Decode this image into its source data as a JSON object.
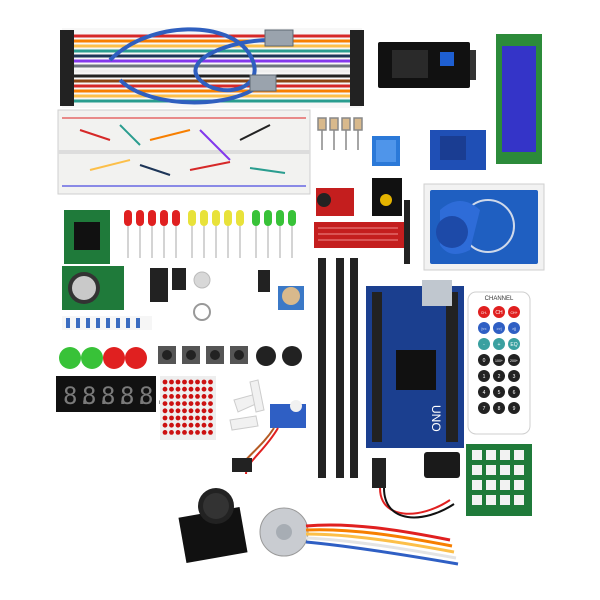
{
  "image": {
    "subject": "electronics starter kit components",
    "background": "#ffffff"
  },
  "labels": {
    "arduino_board": "UNO",
    "remote_header": "CHANNEL",
    "remote_keys": [
      "CH-",
      "CH",
      "CH+",
      "|<<",
      ">>|",
      ">||",
      "-",
      "+",
      "EQ",
      "0",
      "100+",
      "200+",
      "1",
      "2",
      "3",
      "4",
      "5",
      "6",
      "7",
      "8",
      "9"
    ],
    "seven_segment_digits": [
      "8.",
      "8.",
      "8.",
      "8.",
      "8."
    ]
  },
  "colors": {
    "pcb_blue": "#1b3f8f",
    "pcb_green": "#1f7a3a",
    "lcd_screen": "#3434c8",
    "led_red": "#e02020",
    "led_yellow": "#e8e23a",
    "led_green": "#38c238",
    "rfid_white": "#f2f2f2",
    "matrix_red": "#cc1111"
  }
}
